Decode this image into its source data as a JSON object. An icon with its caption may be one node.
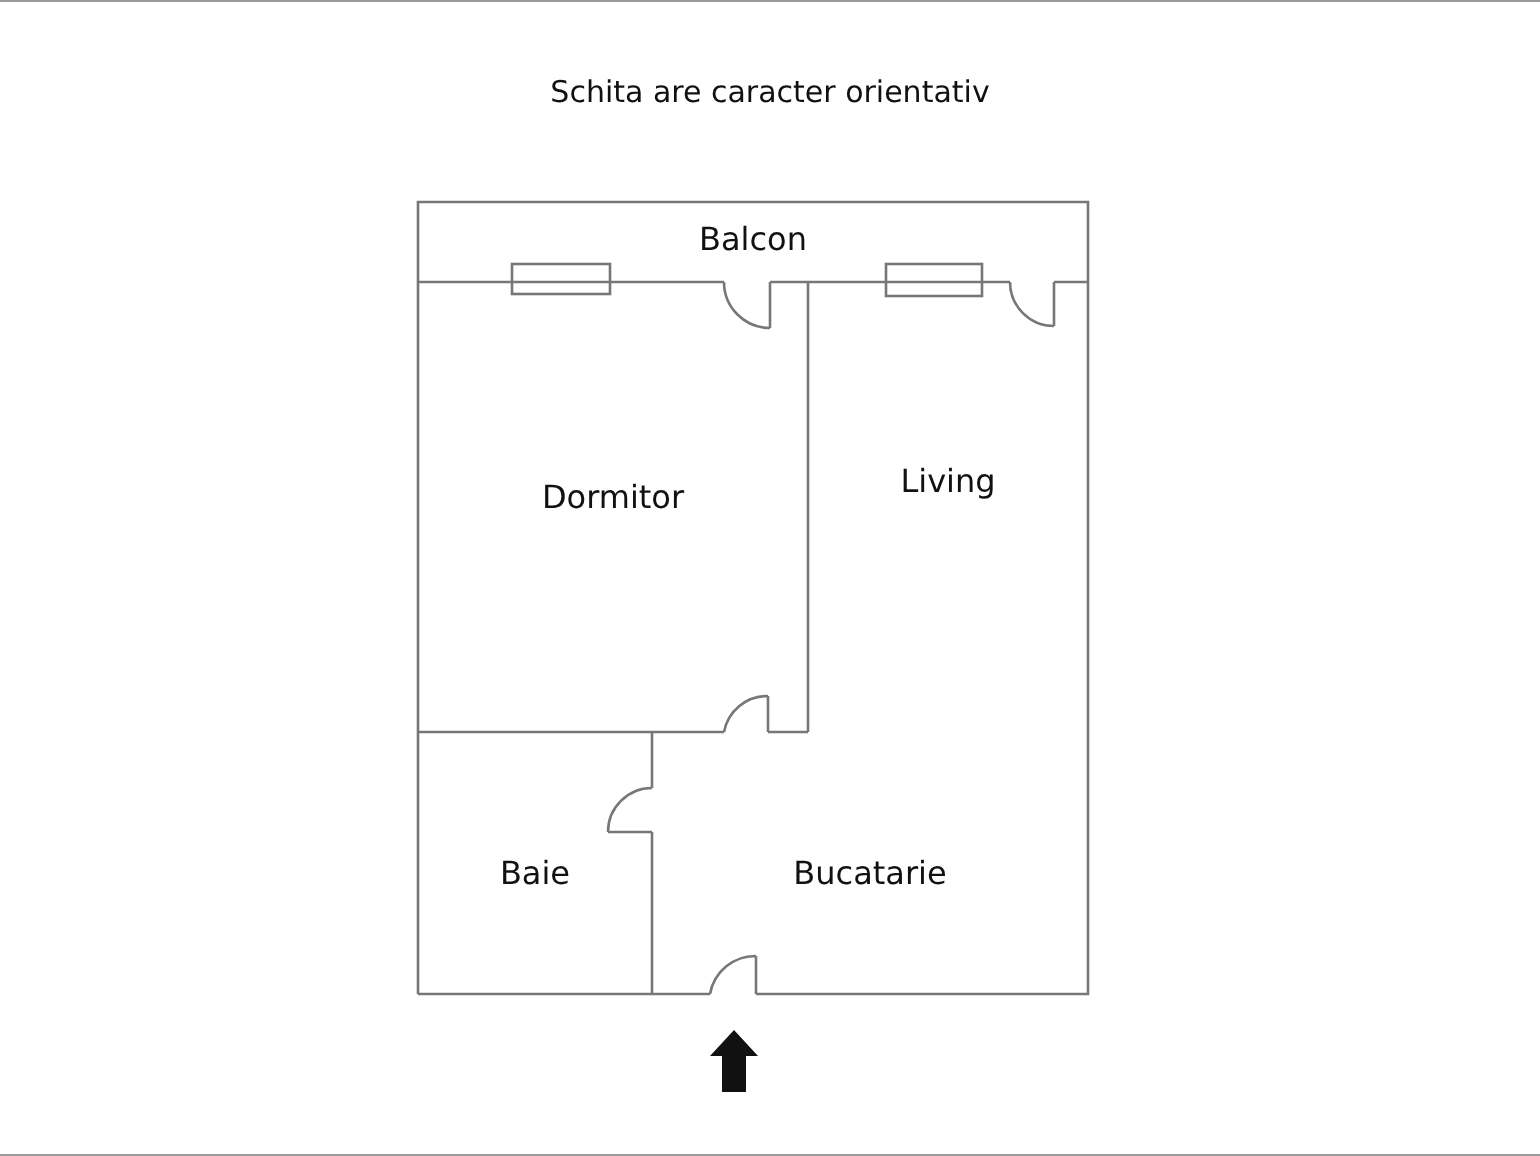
{
  "diagram": {
    "title": "Schita are caracter orientativ",
    "nodes": [
      {
        "text": [
          "Balcon"
        ]
      },
      {
        "text": [
          "Dormitor"
        ]
      },
      {
        "text": [
          "Living"
        ]
      },
      {
        "text": [
          "Baie"
        ]
      },
      {
        "text": [
          "Bucatarie"
        ]
      }
    ],
    "edges": []
  }
}
